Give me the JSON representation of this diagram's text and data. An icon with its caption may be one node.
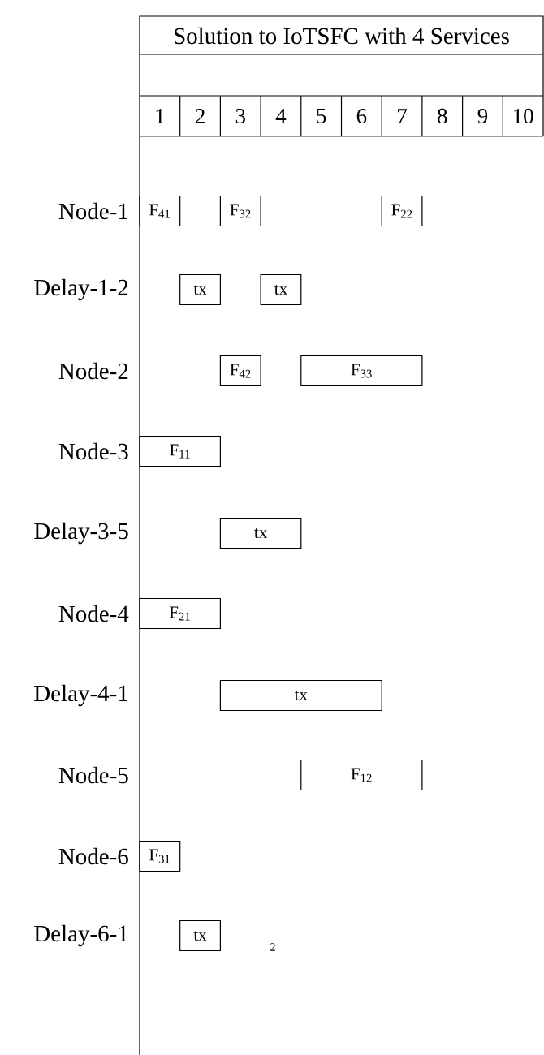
{
  "diagram": {
    "title": "Solution to IoTSFC with 4 Services",
    "nodes": [
      {
        "text": [
          "F$_{41}$"
        ]
      },
      {
        "text": [
          "F$_{32}$"
        ]
      },
      {
        "text": [
          "F$_{22}$"
        ]
      },
      {
        "text": [
          "tx"
        ]
      },
      {
        "text": [
          "tx"
        ]
      },
      {
        "text": [
          "F$_{42}$"
        ]
      },
      {
        "text": [
          "F$_{33}$"
        ]
      },
      {
        "text": [
          "F$_{11}$"
        ]
      },
      {
        "text": [
          "tx"
        ]
      },
      {
        "text": [
          "F$_{21}$"
        ]
      },
      {
        "text": [
          "tx"
        ]
      },
      {
        "text": [
          "F$_{12}$"
        ]
      },
      {
        "text": [
          "F$_{31}$"
        ]
      },
      {
        "text": [
          "tx"
        ]
      }
    ],
    "labels": [
      "1",
      "2",
      "3",
      "4",
      "5",
      "6",
      "7",
      "8",
      "9",
      "10",
      "Node-1",
      "Delay-1-2",
      "Node-2",
      "Node-3",
      "Delay-3-5",
      "Node-4",
      "Delay-4-1",
      "Node-5",
      "Node-6",
      "Delay-6-1",
      "2"
    ]
  }
}
